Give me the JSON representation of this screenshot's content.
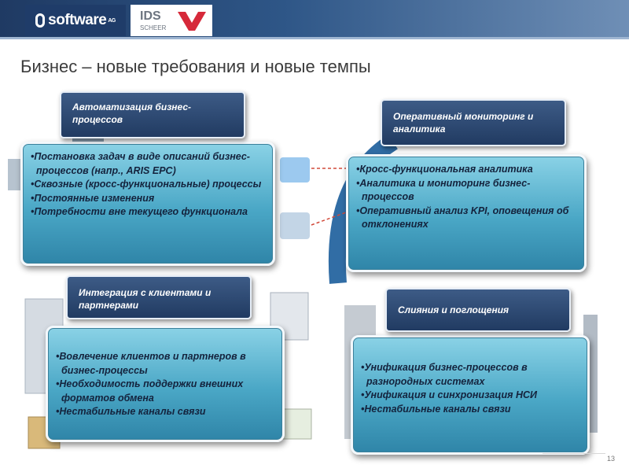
{
  "header": {
    "logo_software": "software",
    "logo_software_ag": "AG",
    "logo_ids": "IDS",
    "logo_scheer": "SCHEER"
  },
  "slide": {
    "title": "Бизнес – новые требования и новые темпы",
    "page_number": "13"
  },
  "quadrants": [
    {
      "label": "Автоматизация бизнес-процессов",
      "items": [
        "Постановка задач в виде описаний бизнес-процессов (напр., ARIS EPC)",
        "Сквозные (кросс-функциональные) процессы",
        "Постоянные изменения",
        "Потребности вне текущего функционала"
      ]
    },
    {
      "label": "Оперативный мониторинг и аналитика",
      "items": [
        "Кросс-функциональная аналитика",
        "Аналитика и мониторинг бизнес-процессов",
        "Оперативный анализ KPI, оповещения об отклонениях"
      ]
    },
    {
      "label": "Интеграция с клиентами и партнерами",
      "items": [
        "Вовлечение клиентов и партнеров в бизнес-процессы",
        "Необходимость поддержки внешних форматов обмена",
        "Нестабильные каналы связи"
      ]
    },
    {
      "label": "Слияния и поглощения",
      "items": [
        "Унификация бизнес-процессов в разнородных системах",
        "Унификация и синхронизация НСИ",
        "Нестабильные каналы связи"
      ]
    }
  ],
  "colors": {
    "header_dark": "#1f3a63",
    "label_bg": "#2b4a74",
    "card_top": "#8ad2e6",
    "card_bottom": "#2f85a8",
    "brand_red": "#d6293a"
  }
}
